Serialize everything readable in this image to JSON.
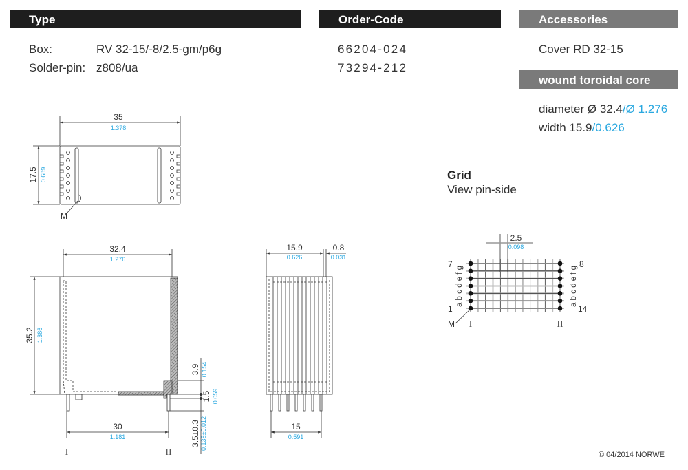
{
  "headers": {
    "type": "Type",
    "order_code": "Order-Code",
    "accessories": "Accessories",
    "core": "wound toroidal core"
  },
  "type_rows": [
    {
      "label": "Box:",
      "value": "RV 32-15/-8/2.5-gm/p6g",
      "code": "66204-024"
    },
    {
      "label": "Solder-pin:",
      "value": "z808/ua",
      "code": "73294-212"
    }
  ],
  "accessories": {
    "item": "Cover RD 32-15"
  },
  "core": {
    "diameter_label": "diameter",
    "diameter_mm": "Ø 32.4",
    "diameter_in": "Ø 1.276",
    "width_label": "width",
    "width_mm": "15.9",
    "width_in": "0.626",
    "sep": "/"
  },
  "grid": {
    "title": "Grid",
    "subtitle": "View pin-side",
    "pitch_mm": "2.5",
    "pitch_in": "0.098",
    "pin_first": "1",
    "pin_7": "7",
    "pin_8": "8",
    "pin_14": "14",
    "letters_left": "a b c d e f g",
    "letters_right": "a b c d e f g",
    "mark": "M",
    "row_I": "I",
    "row_II": "II"
  },
  "top_view": {
    "width_mm": "35",
    "width_in": "1.378",
    "height_mm": "17.5",
    "height_in": "0.689",
    "mark": "M"
  },
  "side_view": {
    "width_mm": "32.4",
    "width_in": "1.276",
    "height_mm": "35.2",
    "height_in": "1.386",
    "pin_span_mm": "30",
    "pin_span_in": "1.181",
    "d1_mm": "3.9",
    "d1_in": "0.154",
    "d2_mm": "1.5",
    "d2_in": "0.059",
    "d3_mm": "3.5±0.3",
    "d3_in": "0.138±0.012",
    "row_I": "I",
    "row_II": "II"
  },
  "front_view": {
    "width_mm": "15.9",
    "width_in": "0.626",
    "wall_mm": "0.8",
    "wall_in": "0.031",
    "pin_span_mm": "15",
    "pin_span_in": "0.591"
  },
  "footer": {
    "copyright": "© 04/2014 NORWE"
  }
}
